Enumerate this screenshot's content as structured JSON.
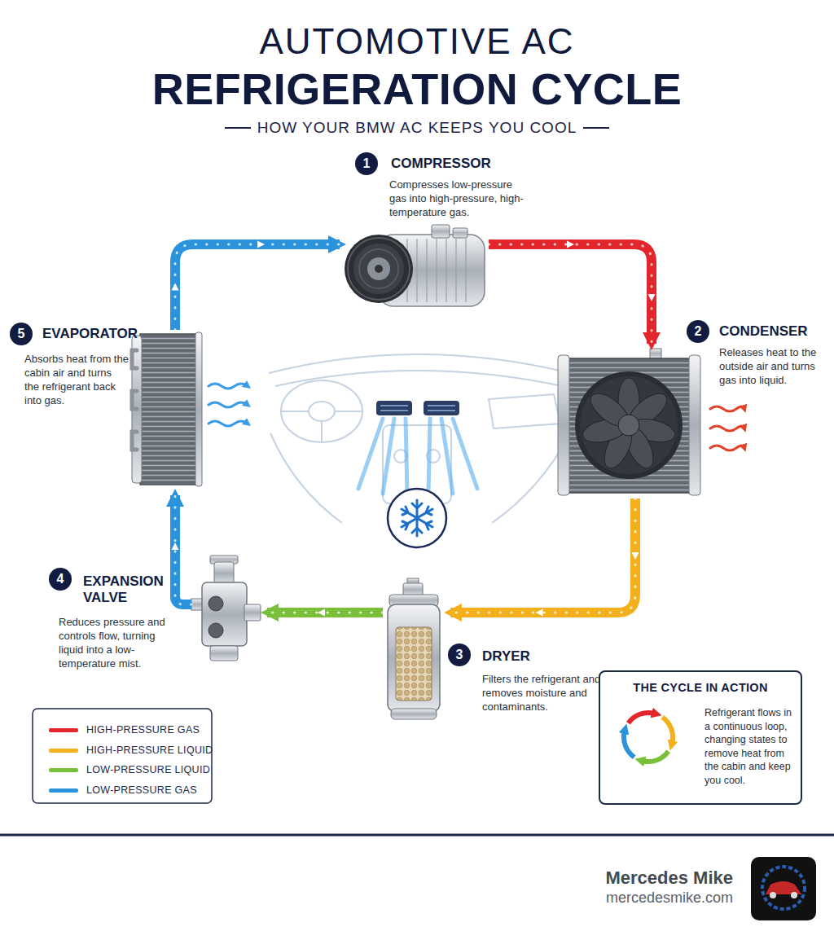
{
  "diagram": {
    "title": "AUTOMOTIVE AC REFRIGERATION CYCLE",
    "nodes": [
      {
        "text": [
          "1",
          "COMPRESSOR",
          "Compresses low-pressure gas into high-pressure, high-temperature gas."
        ]
      },
      {
        "text": [
          "5",
          "EVAPORATOR",
          "Absorbs heat from the cabin air and turns the refrigerant back into gas."
        ]
      },
      {
        "text": [
          "2",
          "CONDENSER",
          "Releases heat to the outside air and turns gas into liquid."
        ]
      },
      {
        "text": [
          "4",
          "EXPANSION VALVE",
          "Reduces pressure and controls flow, turning liquid into a low-temperature mist."
        ]
      },
      {
        "text": [
          "3",
          "DRYER",
          "Filters the refrigerant and removes moisture and contaminants."
        ]
      },
      {
        "text": [
          "THE CYCLE IN ACTION",
          "Refrigerant flows in a continuous loop, changing states to remove heat from the cabin and keep you cool."
        ]
      }
    ],
    "edges": [
      {
        "from": 0,
        "to": 2,
        "arrow": "to"
      },
      {
        "from": 2,
        "to": 4,
        "arrow": "to"
      },
      {
        "from": 4,
        "to": 3,
        "arrow": "to"
      },
      {
        "from": 3,
        "to": 1,
        "arrow": "to"
      },
      {
        "from": 1,
        "to": 0,
        "arrow": "to"
      }
    ],
    "labels": [
      "HOW YOUR BMW AC KEEPS YOU COOL",
      "Mercedes Mike",
      "mercedesmike.com"
    ],
    "legend": [
      {
        "text": "HIGH-PRESSURE GAS",
        "color": "#e3262b"
      },
      {
        "text": "HIGH-PRESSURE LIQUID",
        "color": "#f4b01c"
      },
      {
        "text": "LOW-PRESSURE LIQUID",
        "color": "#79bf3a"
      },
      {
        "text": "LOW-PRESSURE GAS",
        "color": "#2a93dc"
      }
    ]
  }
}
